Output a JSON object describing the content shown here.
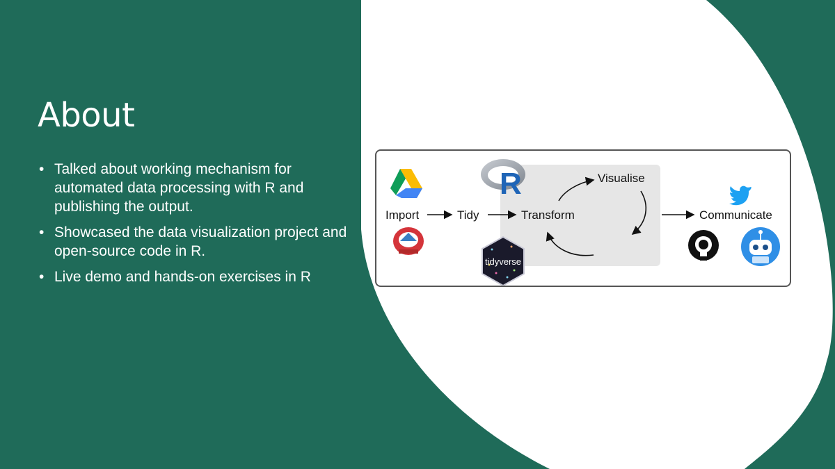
{
  "slide": {
    "title": "About",
    "bullets": [
      "Talked about working mechanism for automated data processing with R and publishing the output.",
      "Showcased the data visualization project and open-source code in R.",
      "Live demo and hands-on exercises in R"
    ]
  },
  "diagram": {
    "steps": {
      "import": "Import",
      "tidy": "Tidy",
      "transform": "Transform",
      "visualise": "Visualise",
      "communicate": "Communicate"
    },
    "logos": {
      "r": "R",
      "tidyverse": "tidyverse"
    },
    "icons": [
      "google-drive-icon",
      "nepal-emblem-icon",
      "r-logo-icon",
      "tidyverse-hex-icon",
      "twitter-bird-icon",
      "github-icon",
      "robot-bot-icon"
    ]
  },
  "colors": {
    "background": "#1f6b59",
    "panel": "#ffffff",
    "text": "#ffffff",
    "twitter": "#1da1f2",
    "robot": "#2f8fe6"
  }
}
